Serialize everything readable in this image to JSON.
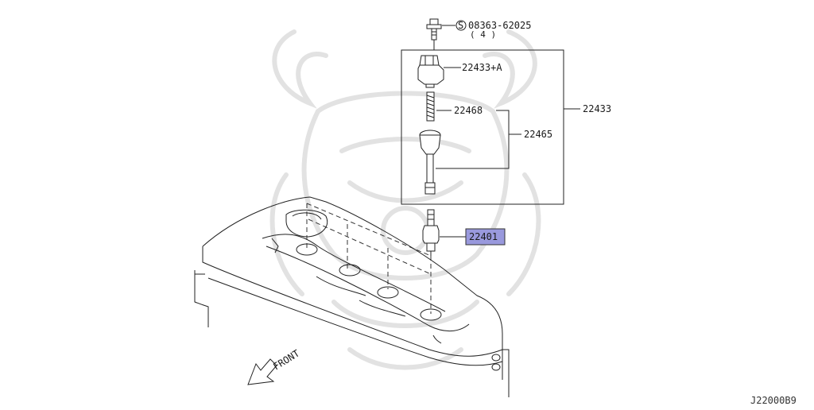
{
  "diagram": {
    "parts": {
      "bolt": {
        "code": "08363-62025",
        "qty": "( 4 )",
        "symbol": "S"
      },
      "coil_boot": {
        "code": "22433+A"
      },
      "coil_spring": {
        "code": "22468"
      },
      "coil_subassembly": {
        "code": "22465"
      },
      "coil_assembly": {
        "code": "22433"
      },
      "spark_plug": {
        "code": "22401",
        "highlight_color": "#9999dd"
      }
    },
    "direction_label": "FRONT",
    "diagram_code": "J22000B9",
    "colors": {
      "line": "#222222",
      "watermark": "#e2e2e2",
      "highlight": "#9999dd"
    }
  }
}
